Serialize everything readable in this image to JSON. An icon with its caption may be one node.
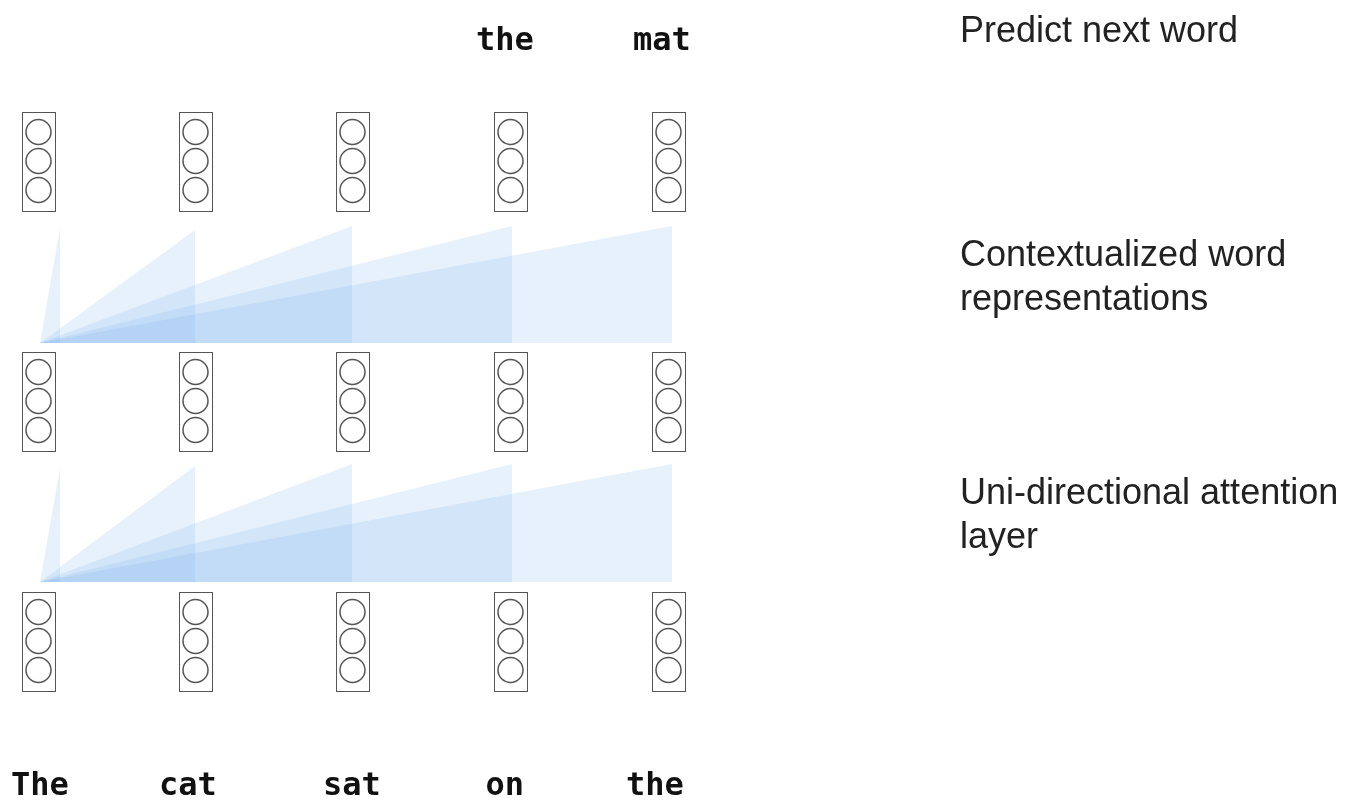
{
  "diagram": {
    "nodes": [
      {
        "text": [],
        "shape": "box"
      },
      {
        "text": [],
        "shape": "box"
      },
      {
        "text": [],
        "shape": "box"
      },
      {
        "text": [],
        "shape": "box"
      },
      {
        "text": [],
        "shape": "box"
      },
      {
        "text": [],
        "shape": "box"
      },
      {
        "text": [],
        "shape": "box"
      },
      {
        "text": [],
        "shape": "box"
      },
      {
        "text": [],
        "shape": "box"
      },
      {
        "text": [],
        "shape": "box"
      },
      {
        "text": [],
        "shape": "box"
      },
      {
        "text": [],
        "shape": "box"
      },
      {
        "text": [],
        "shape": "box"
      },
      {
        "text": [],
        "shape": "box"
      },
      {
        "text": [],
        "shape": "box"
      }
    ],
    "labels": [
      "the",
      "mat",
      "Predict next word",
      "Contextualized word representations",
      "Uni-directional attention layer",
      "The",
      "cat",
      "sat",
      "on",
      "the"
    ]
  }
}
